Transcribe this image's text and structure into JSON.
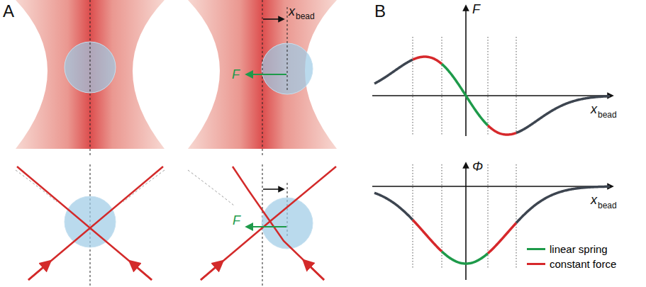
{
  "diagram": {
    "labels": [
      "A",
      "B",
      "x",
      "bead",
      "F",
      "F",
      "F",
      "x",
      "bead",
      "Φ",
      "x",
      "bead"
    ],
    "legend": [
      {
        "text": "linear spring"
      },
      {
        "text": "constant force"
      }
    ]
  }
}
